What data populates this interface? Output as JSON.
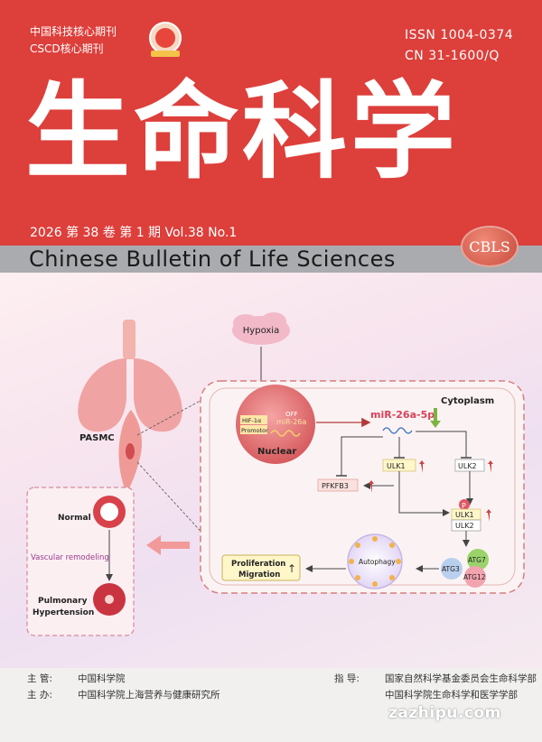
{
  "header": {
    "core_journal_1": "中国科技核心期刊",
    "core_journal_2": "CSCD核心期刊",
    "issn": "ISSN  1004-0374",
    "cn": "CN  31-1600/Q",
    "title_cn": "生命科学",
    "volume": "2026 第 38 卷 第 1 期   Vol.38 No.1",
    "title_en": "Chinese Bulletin of Life Sciences",
    "logo": "CBLS"
  },
  "diagram": {
    "hypoxia": "Hypoxia",
    "pasmc": "PASMC",
    "nuclear": "Nuclear",
    "hif": "HIF-1α",
    "promotor": "Promotor",
    "off": "OFF",
    "mir_small": "miR-26a",
    "cytoplasm": "Cytoplasm",
    "mir": "miR-26a-5p",
    "ulk1": "ULK1",
    "ulk2": "ULK2",
    "pfkfb3": "PFKFB3",
    "p": "P",
    "ulk1b": "ULK1",
    "ulk2b": "ULK2",
    "atg7": "ATG7",
    "atg3": "ATG3",
    "atg12": "ATG12",
    "autophagy": "Autophagy",
    "proliferation": "Proliferation",
    "migration": "Migration",
    "normal": "Normal",
    "remodeling": "Vascular remodeling",
    "pulmonary": "Pulmonary",
    "hypertension": "Hypertension"
  },
  "footer": {
    "label_zhuguan": "主    管:",
    "zhuguan": "中国科学院",
    "label_zhuban": "主    办:",
    "zhuban": "中国科学院上海营养与健康研究所",
    "label_zhidao": "指    导:",
    "zhidao1": "国家自然科学基金委员会生命科学部",
    "zhidao2": "中国科学院生命科学和医学学部",
    "watermark": "zazhipu.com"
  },
  "colors": {
    "brand_red": "#dd3f3b",
    "band_grey": "#a9abae",
    "arrow_red": "#c94444",
    "arrow_green": "#7cb342"
  }
}
